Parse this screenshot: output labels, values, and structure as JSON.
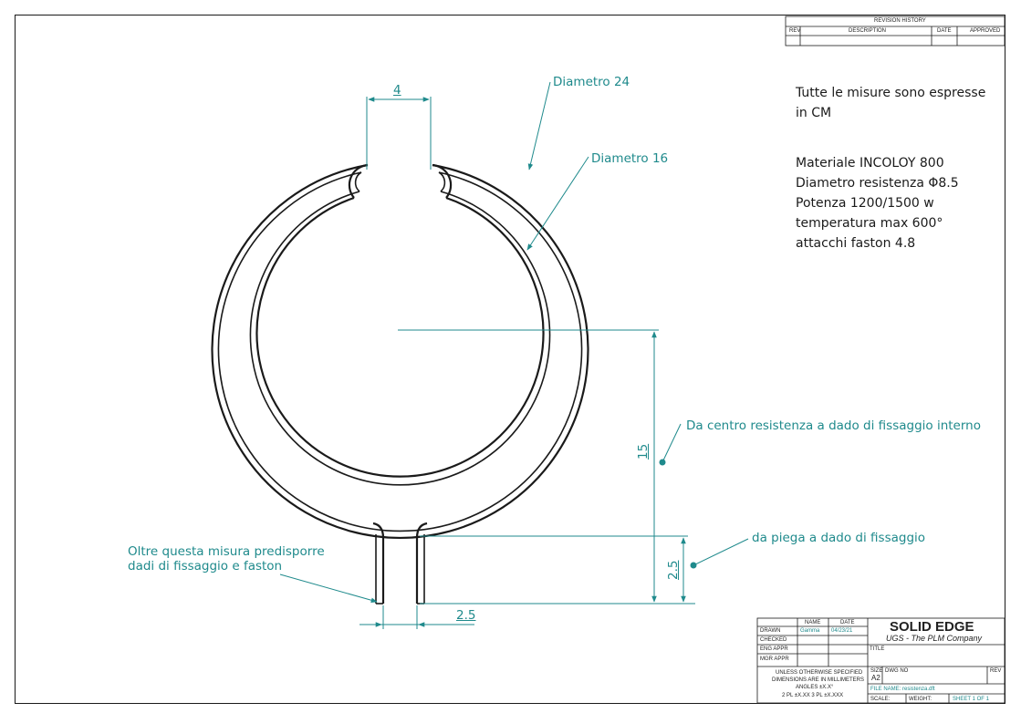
{
  "revision_history": {
    "title": "REVISION HISTORY",
    "columns": [
      "REV",
      "DESCRIPTION",
      "DATE",
      "APPROVED"
    ]
  },
  "notes": {
    "line1": "Tutte le misure sono espresse",
    "line2": "in CM",
    "spec1": "Materiale INCOLOY 800",
    "spec2": "Diametro resistenza Φ8.5",
    "spec3": "Potenza 1200/1500 w",
    "spec4": "temperatura max 600°",
    "spec5": "attacchi faston 4.8"
  },
  "dimensions": {
    "gap": "4",
    "height_main": "15",
    "height_small": "2.5",
    "bottom": "2.5"
  },
  "annotations": {
    "diam_outer": "Diametro 24",
    "diam_inner": "Diametro 16",
    "center_note": "Da centro resistenza a dado di fissaggio interno",
    "bend_note": "da piega a dado di fissaggio",
    "left_note_1": "Oltre questa misura predisporre",
    "left_note_2": "dadi di fissaggio e faston"
  },
  "title_block": {
    "col_name": "NAME",
    "col_date": "DATE",
    "row_drawn": "DRAWN",
    "drawn_name": "Gamma",
    "drawn_date": "04/23/21",
    "row_checked": "CHECKED",
    "row_eng": "ENG APPR",
    "row_mgr": "MGR APPR",
    "brand": "SOLID EDGE",
    "brand_sub": "UGS - The PLM Company",
    "title_label": "TITLE",
    "tol1": "UNLESS OTHERWISE SPECIFIED",
    "tol2": "DIMENSIONS ARE IN MILLIMETERS",
    "tol3": "ANGLES ±X.X°",
    "tol4": "2 PL ±X.XX 3 PL ±X.XXX",
    "size_label": "SIZE",
    "size_value": "A2",
    "dwg_label": "DWG NO",
    "rev_label": "REV",
    "file_name": "FILE NAME: resistenza.dft",
    "scale_label": "SCALE:",
    "weight_label": "WEIGHT:",
    "sheet": "SHEET 1 OF 1"
  },
  "colors": {
    "line": "#1a1a1a",
    "annotation": "#1f8a8c"
  }
}
